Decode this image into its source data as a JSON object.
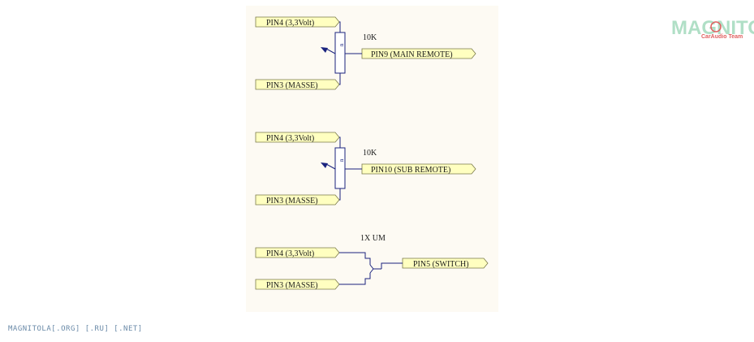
{
  "diagram": {
    "circuits": [
      {
        "top_input": "PIN4 (3,3Volt)",
        "bottom_input": "PIN3 (MASSE)",
        "component_value": "10K",
        "output": "PIN9 (MAIN REMOTE)"
      },
      {
        "top_input": "PIN4 (3,3Volt)",
        "bottom_input": "PIN3 (MASSE)",
        "component_value": "10K",
        "output": "PIN10 (SUB REMOTE)"
      },
      {
        "top_input": "PIN4 (3,3Volt)",
        "bottom_input": "PIN3 (MASSE)",
        "component_value": "1X UM",
        "output": "PIN5 (SWITCH)"
      }
    ]
  },
  "logo": {
    "main": "MAGNITOLA",
    "sub": "CarAudio Team"
  },
  "footer": {
    "text": "MAGNITOLA[.ORG] [.RU] [.NET]"
  },
  "colors": {
    "panel": "#fdfaf3",
    "port_fill": "#ffffc0",
    "port_stroke": "#7a7a4a",
    "wire": "#1a237e",
    "logo": "#7fc8a0",
    "logo_accent": "#e06060"
  }
}
